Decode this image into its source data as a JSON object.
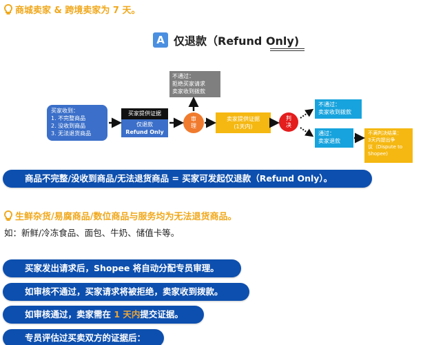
{
  "tips": {
    "top": "商城卖家 & 跨境卖家为 7 天。",
    "non_returnable": "生鲜杂货/易腐商品/数位商品与服务均为无法退货商品。",
    "example": "如：新鲜/冷冻食品、面包、牛奶、储值卡等。"
  },
  "section": {
    "badge": "A",
    "title": "仅退款（Refund Only)"
  },
  "flow": {
    "buyer_received": {
      "heading": "买家收到：",
      "items": [
        "1.  不完整商品",
        "2.  没收到商品",
        "3.  无法退货商品"
      ]
    },
    "buyer_evidence": {
      "header": "买家提供证据",
      "label": "仅退款",
      "label_en": "Refund Only"
    },
    "reject_box": {
      "line1": "不通过：",
      "line2": "拒绝买家请求",
      "line3": "卖家收到拨款"
    },
    "review_circle": {
      "line1": "审",
      "line2": "理"
    },
    "seller_evidence": {
      "line1": "卖家提供证据",
      "line2": "(1天内)"
    },
    "judge_circle": {
      "line1": "判",
      "line2": "决"
    },
    "fail_box": {
      "line1": "不通过：",
      "line2": "卖家收到拨款"
    },
    "pass_box": {
      "line1": "通过：",
      "line2": "卖家退款"
    },
    "dispute_box": {
      "line1": "不满判决结果：",
      "line2": "3天内提出争",
      "line3": "议（Dispute to",
      "line4": "Shopee)"
    }
  },
  "summary_banner": "商品不完整/没收到商品/无法退货商品 = 买家可发起仅退款（Refund Only）。",
  "steps": [
    {
      "text": "买家发出请求后，Shopee 将自动分配专员审理。"
    },
    {
      "text": "如审核不通过，买家请求将被拒绝，卖家收到拨款。"
    },
    {
      "pre": "如审核通过，卖家需在 ",
      "highlight": "1 天内",
      "post": "提交证据。"
    },
    {
      "text": "专员评估过买卖双方的证据后："
    }
  ],
  "colors": {
    "tip": "#f0a81c",
    "pill": "#0d4fae",
    "box_blue": "#3b6fc9",
    "box_cyan": "#17a3dd",
    "box_yellow": "#f5b812",
    "circle_orange": "#f07b2e",
    "circle_red": "#e41d1d",
    "box_gray": "#7f7f7f"
  }
}
